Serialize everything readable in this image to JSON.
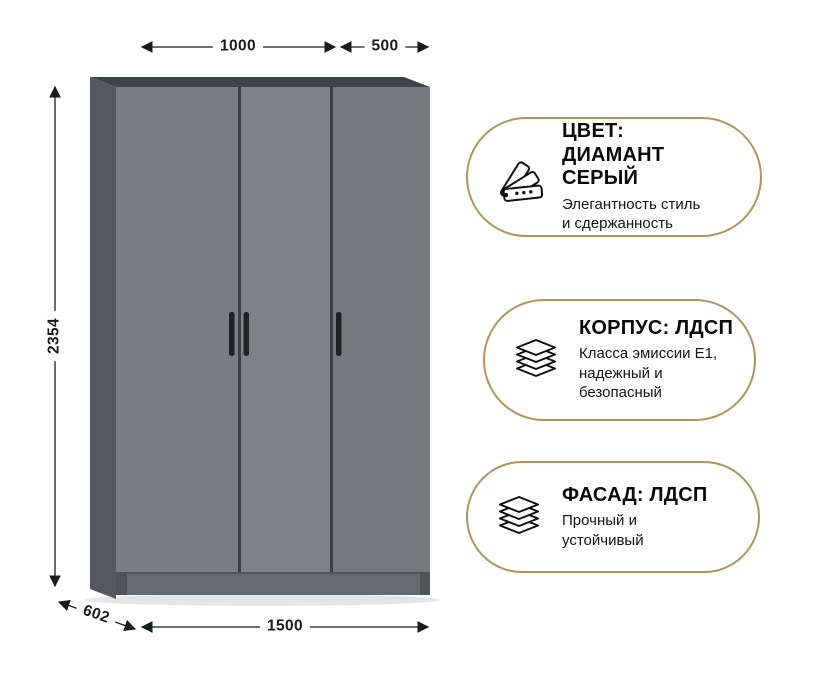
{
  "dimensions": {
    "top_left": "1000",
    "top_right": "500",
    "height": "2354",
    "bottom_width": "1500",
    "depth": "602"
  },
  "badges": [
    {
      "icon": "color-fan-icon",
      "title_lines": [
        "ЦВЕТ:",
        "ДИАМАНТ СЕРЫЙ"
      ],
      "subtitle_lines": [
        "Элегантность стиль",
        "и сдержанность"
      ]
    },
    {
      "icon": "layers-icon",
      "title_lines": [
        "КОРПУС: ЛДСП"
      ],
      "subtitle_lines": [
        "Класса эмиссии Е1,",
        "надежный и",
        "безопасный"
      ]
    },
    {
      "icon": "layers-icon",
      "title_lines": [
        "ФАСАД: ЛДСП"
      ],
      "subtitle_lines": [
        "Прочный и",
        "устойчивый"
      ]
    }
  ],
  "colors": {
    "background": "#ffffff",
    "accent_gold": "#b1945a",
    "dimension_line": "#1a1b1d",
    "wardrobe_front": "#7b7e83",
    "wardrobe_side": "#55585e",
    "wardrobe_top": "#3f4247",
    "wardrobe_plinth": "#67696e",
    "door_gap": "#3c3f44",
    "handle": "#202225"
  }
}
